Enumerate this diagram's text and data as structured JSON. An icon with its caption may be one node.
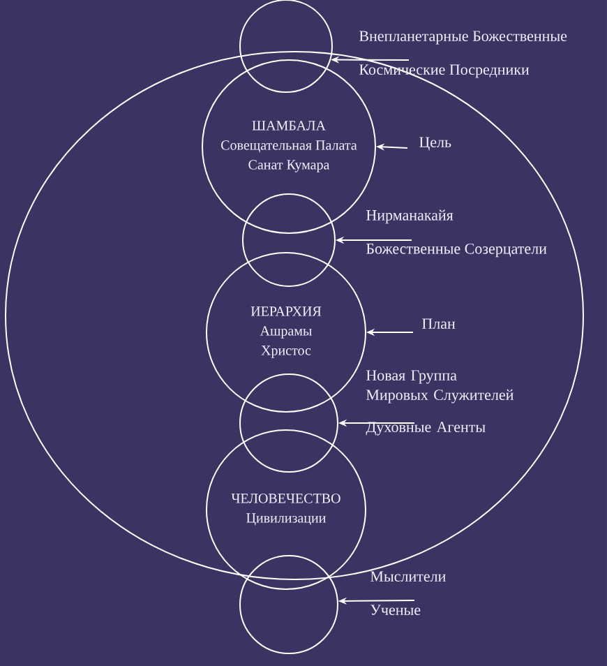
{
  "diagram": {
    "nodes": [
      {
        "text": [],
        "shape": "ellipse"
      },
      {
        "text": [],
        "shape": "circle"
      },
      {
        "text": [
          "Внепланетарные Божественные",
          "Космические Посредники"
        ]
      },
      {
        "text": [
          "ШАМБАЛА",
          "Совещательная Палата",
          "Санат Кумара"
        ],
        "in": 0
      },
      {
        "text": [
          "Цель"
        ],
        "in": 0
      },
      {
        "text": [],
        "shape": "circle",
        "in": 0
      },
      {
        "text": [
          "Нирманакайя",
          "Божественные Созерцатели"
        ],
        "in": 0
      },
      {
        "text": [
          "ИЕРАРХИЯ",
          "Ашрамы",
          "Христос"
        ],
        "in": 0
      },
      {
        "text": [
          "План"
        ],
        "in": 0
      },
      {
        "text": [],
        "shape": "circle",
        "in": 0
      },
      {
        "text": [
          "Новая Группа Мировых Служителей",
          "Духовные Агенты"
        ],
        "in": 0
      },
      {
        "text": [
          "ЧЕЛОВЕЧЕСТВО",
          "Цивилизации"
        ]
      },
      {
        "text": [],
        "shape": "circle"
      },
      {
        "text": [
          "Мыслители",
          "Ученые"
        ]
      }
    ],
    "edges": [
      {
        "from": 2,
        "to": 1,
        "arrow": "to"
      },
      {
        "from": 4,
        "to": 3,
        "arrow": "to"
      },
      {
        "from": 6,
        "to": 5,
        "arrow": "to"
      },
      {
        "from": 8,
        "to": 7,
        "arrow": "to"
      },
      {
        "from": 10,
        "to": 9,
        "arrow": "to"
      },
      {
        "from": 13,
        "to": 12,
        "arrow": "to"
      }
    ]
  }
}
